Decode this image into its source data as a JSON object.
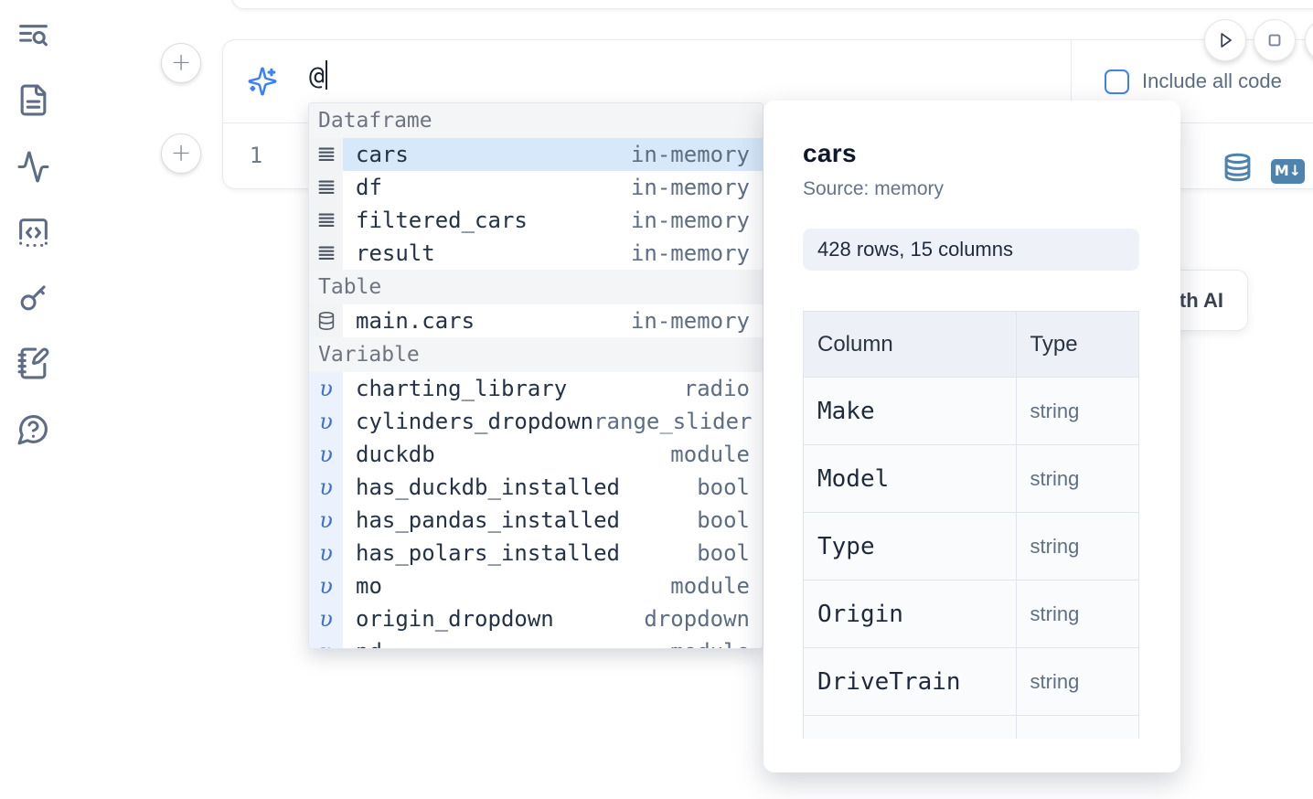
{
  "colors": {
    "accent_blue": "#3b82f6",
    "steel_blue": "#4d83ad",
    "selection_blue": "#d7e8fa",
    "icon_slate": "#5f6c86"
  },
  "sidebar": {
    "icons": [
      "list-search-icon",
      "file-text-icon",
      "activity-icon",
      "code-square-icon",
      "key-icon",
      "notebook-pen-icon",
      "help-bubble-icon"
    ]
  },
  "toolbar": {
    "buttons": [
      "run-icon",
      "stop-icon",
      "more-icon"
    ]
  },
  "ai_prompt": {
    "value": "@",
    "include_all_code_label": "Include all code",
    "include_all_code_checked": false,
    "icon": "sparkles-icon"
  },
  "cell": {
    "line_number": "1",
    "markdown_badge": "M↓",
    "icons": [
      "database-icon",
      "markdown-icon"
    ]
  },
  "autocomplete": {
    "sections": [
      {
        "label": "Dataframe",
        "items": [
          {
            "name": "cars",
            "detail": "in-memory",
            "icon": "dataframe-icon",
            "selected": true
          },
          {
            "name": "df",
            "detail": "in-memory",
            "icon": "dataframe-icon",
            "selected": false
          },
          {
            "name": "filtered_cars",
            "detail": "in-memory",
            "icon": "dataframe-icon",
            "selected": false
          },
          {
            "name": "result",
            "detail": "in-memory",
            "icon": "dataframe-icon",
            "selected": false
          }
        ]
      },
      {
        "label": "Table",
        "items": [
          {
            "name": "main.cars",
            "detail": "in-memory",
            "icon": "database-icon",
            "selected": false
          }
        ]
      },
      {
        "label": "Variable",
        "items": [
          {
            "name": "charting_library",
            "detail": "radio",
            "icon": "variable-icon",
            "selected": false
          },
          {
            "name": "cylinders_dropdown",
            "detail": "range_slider",
            "icon": "variable-icon",
            "selected": false
          },
          {
            "name": "duckdb",
            "detail": "module",
            "icon": "variable-icon",
            "selected": false
          },
          {
            "name": "has_duckdb_installed",
            "detail": "bool",
            "icon": "variable-icon",
            "selected": false
          },
          {
            "name": "has_pandas_installed",
            "detail": "bool",
            "icon": "variable-icon",
            "selected": false
          },
          {
            "name": "has_polars_installed",
            "detail": "bool",
            "icon": "variable-icon",
            "selected": false
          },
          {
            "name": "mo",
            "detail": "module",
            "icon": "variable-icon",
            "selected": false
          },
          {
            "name": "origin_dropdown",
            "detail": "dropdown",
            "icon": "variable-icon",
            "selected": false
          },
          {
            "name": "pd",
            "detail": "module",
            "icon": "variable-icon",
            "selected": false
          }
        ]
      }
    ]
  },
  "popup": {
    "title": "cars",
    "source": "Source: memory",
    "shape_badge": "428 rows, 15 columns",
    "table": {
      "headers": [
        "Column",
        "Type"
      ],
      "rows": [
        [
          "Make",
          "string"
        ],
        [
          "Model",
          "string"
        ],
        [
          "Type",
          "string"
        ],
        [
          "Origin",
          "string"
        ],
        [
          "DriveTrain",
          "string"
        ]
      ],
      "has_clipped_row": true
    }
  },
  "ai_card": {
    "label": "with AI"
  }
}
